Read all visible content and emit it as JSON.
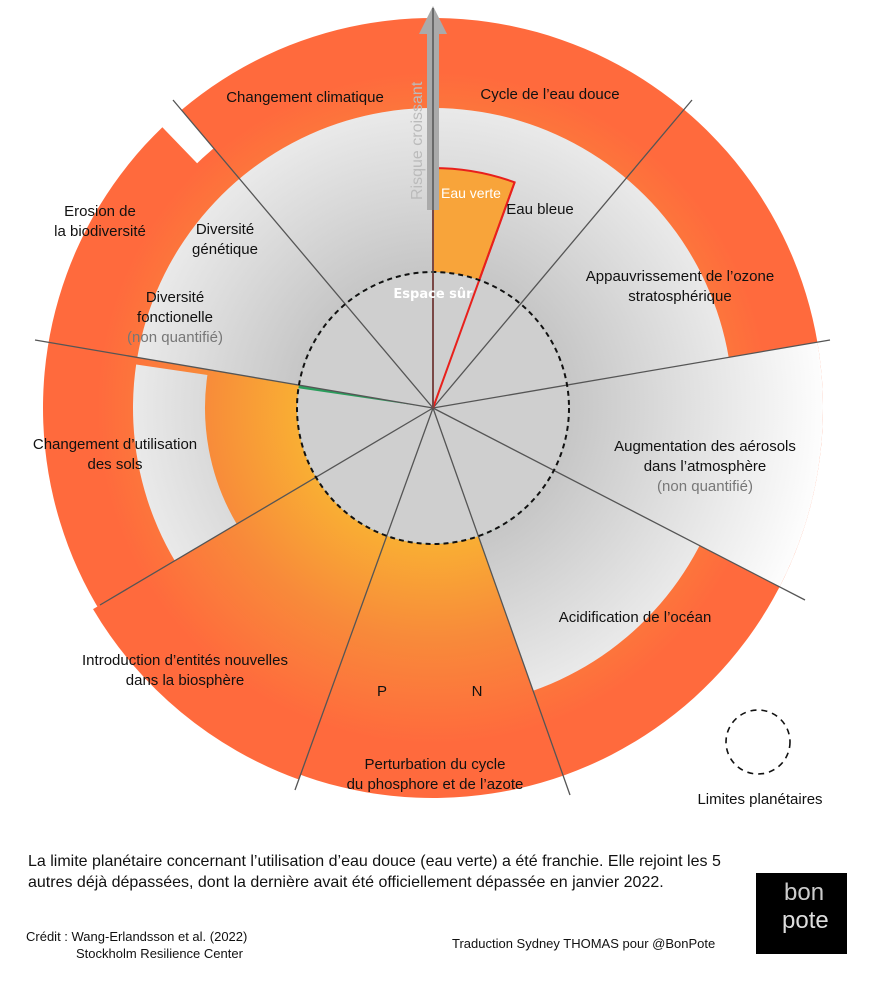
{
  "title_arrow": "Risque croissant",
  "safe_space": "Espace sûr",
  "labels": {
    "climate": "Changement climatique",
    "freshwater": "Cycle de l’eau douce",
    "green_water": "Eau verte",
    "blue_water": "Eau bleue",
    "ozone": [
      "Appauvrissement de l’ozone",
      "stratosphérique"
    ],
    "aerosols": [
      "Augmentation des aérosols",
      "dans l’atmosphère",
      "(non quantifié)"
    ],
    "ocean": "Acidification de l’océan",
    "biogeochem": [
      "Perturbation du cycle",
      "du phosphore et de l’azote"
    ],
    "p": "P",
    "n": "N",
    "novel": [
      "Introduction d’entités nouvelles",
      "dans la biosphère"
    ],
    "land": [
      "Changement d’utilisation",
      "des sols"
    ],
    "biodiversity": [
      "Erosion de",
      "la biodiversité"
    ],
    "genetic": [
      "Diversité",
      "génétique"
    ],
    "functional": [
      "Diversité",
      "fonctionelle",
      "(non quantifié)"
    ],
    "legend": "Limites planétaires"
  },
  "caption": "La limite planétaire concernant l’utilisation d’eau douce (eau verte) a été franchie. Elle rejoint les 5 autres déjà dépassées, dont la dernière avait été officiellement dépassée en janvier 2022.",
  "credit": "Crédit : Wang-Erlandsson et al. (2022)",
  "credit2": "Stockholm Resilience Center",
  "translation": "Traduction Sydney THOMAS pour @BonPote",
  "logo": [
    "bon",
    "pote"
  ],
  "colors": {
    "green": "#2a9d5c",
    "orange": "#f7a23a",
    "red": "#ff6a3d",
    "grey": "#c8c8c8",
    "boundary_red": "#e8201c"
  }
}
